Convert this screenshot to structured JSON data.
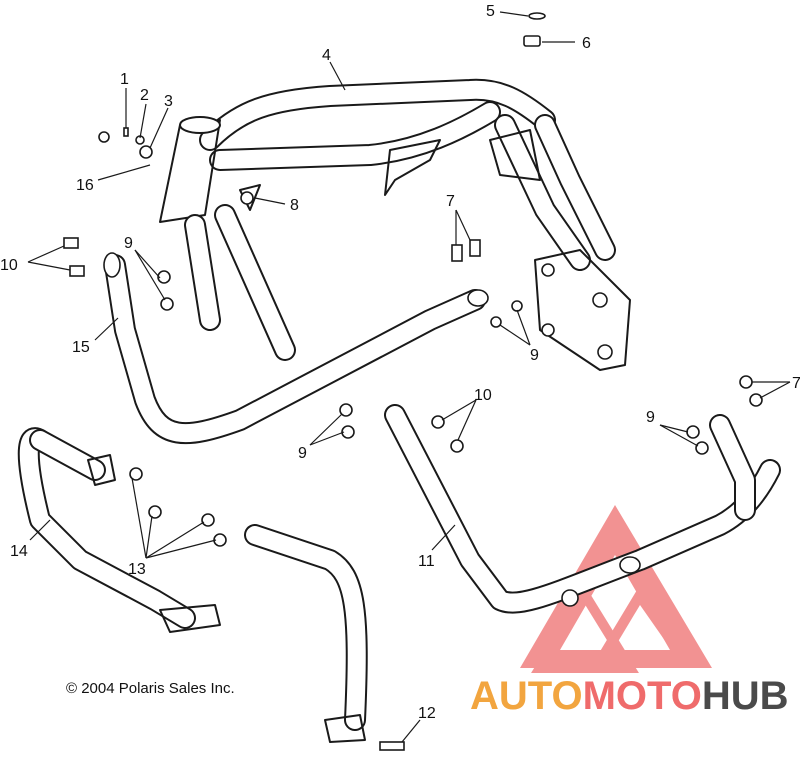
{
  "copyright": "© 2004 Polaris Sales Inc.",
  "watermark": {
    "part_auto": "AUTO",
    "part_moto": "MOTO",
    "part_hub": "HUB",
    "colors": {
      "auto": "#f2a53f",
      "moto": "#ef6b6b",
      "hub": "#4a4a4a",
      "triangle": "#f08080"
    }
  },
  "callouts": {
    "c1": "1",
    "c2": "2",
    "c3": "3",
    "c4": "4",
    "c5": "5",
    "c6": "6",
    "c7a": "7",
    "c7b": "7",
    "c8": "8",
    "c9a": "9",
    "c9b": "9",
    "c9c": "9",
    "c9d": "9",
    "c10a": "10",
    "c10b": "10",
    "c11": "11",
    "c12": "12",
    "c13": "13",
    "c14": "14",
    "c15": "15",
    "c16": "16"
  }
}
